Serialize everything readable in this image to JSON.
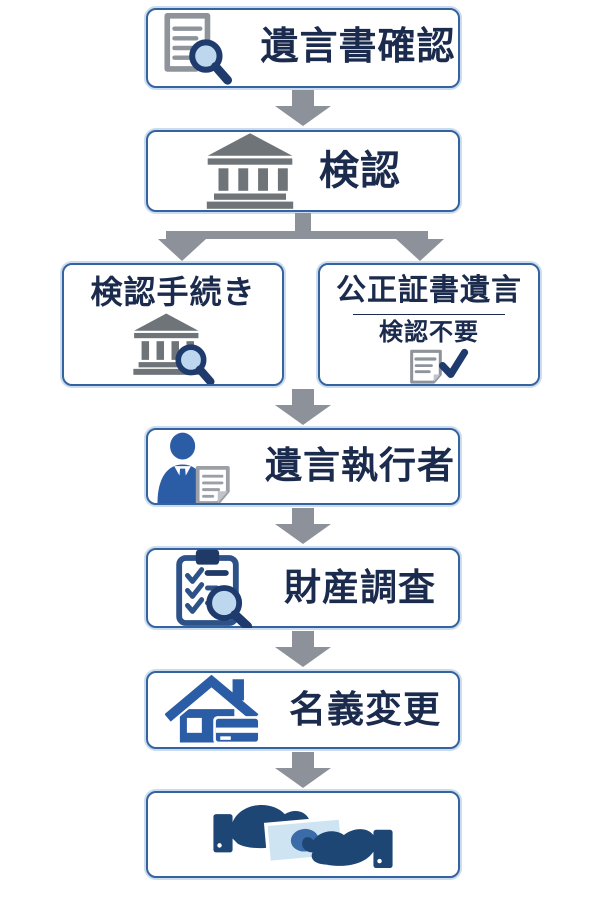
{
  "diagram": {
    "steps": {
      "will_check": {
        "label": "遺言書確認"
      },
      "probate": {
        "label": "検認"
      },
      "probate_procedure": {
        "label": "検認手続き"
      },
      "notarized_will": {
        "title": "公正証書遺言",
        "note": "検認不要"
      },
      "executor": {
        "label": "遺言執行者"
      },
      "asset_survey": {
        "label": "財産調査"
      },
      "name_change": {
        "label": "名義変更"
      }
    },
    "colors": {
      "box_border": "#35639f",
      "box_halo": "#cadcee",
      "text": "#1b2b4d",
      "arrow": "#8d9199",
      "icon_gray": "#6f7478",
      "doc_gray": "#8f949b",
      "doc_fold": "#bfc4ca",
      "icon_blue": "#2b5ca6",
      "icon_navy": "#1f3a6d",
      "clip_navy": "#1f3a66",
      "board_navy": "#2d5288",
      "lens_blue": "#bdd8ee",
      "bill_blue": "#cfe4f2",
      "bill_oval": "#3b6ba8",
      "hand_navy": "#1d4675"
    }
  }
}
